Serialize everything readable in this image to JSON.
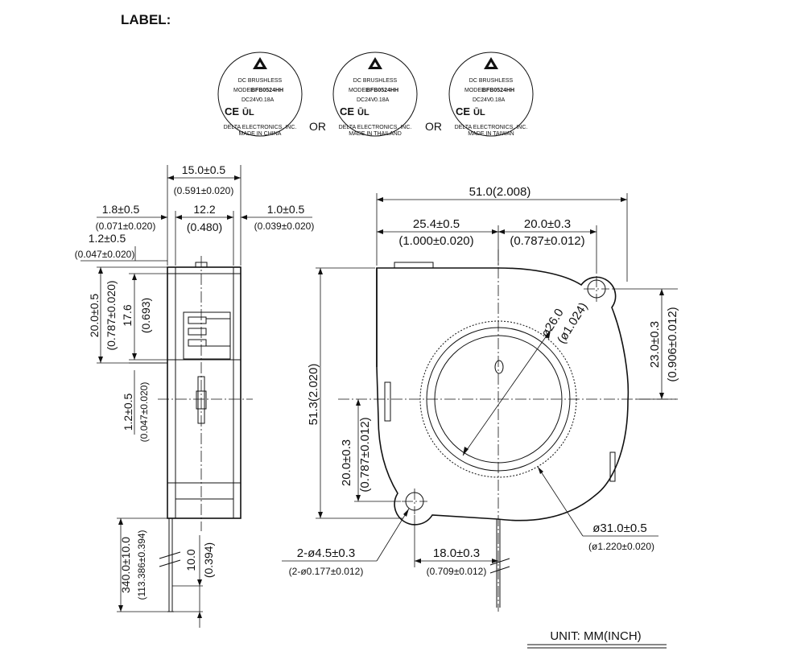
{
  "header": {
    "label_title": "LABEL:"
  },
  "labels": [
    {
      "line1": "DC  BRUSHLESS",
      "model_key": "MODEL",
      "model": "BFB0524HH",
      "rating1": "DC24V",
      "rating2": "0.18A",
      "origin": "MADE IN CHINA",
      "maker": "DELTA ELECTRONICS, INC."
    },
    {
      "line1": "DC  BRUSHLESS",
      "model_key": "MODEL",
      "model": "BFB0524HH",
      "rating1": "DC24V",
      "rating2": "0.18A",
      "origin": "MADE IN THAILAND",
      "maker": "DELTA ELECTRONICS, INC."
    },
    {
      "line1": "DC  BRUSHLESS",
      "model_key": "MODEL",
      "model": "BFB0524HH",
      "rating1": "DC24V",
      "rating2": "0.18A",
      "origin": "MADE IN TAIWAN",
      "maker": "DELTA ELECTRONICS, INC."
    }
  ],
  "or_text": "OR",
  "side_view": {
    "width_total": "15.0±0.5",
    "width_total_inch": "(0.591±0.020)",
    "left_offset": "1.8±0.5",
    "left_offset_inch": "(0.071±0.020)",
    "body_width": "12.2",
    "body_width_inch": "(0.480)",
    "right_offset": "1.0±0.5",
    "right_offset_inch": "(0.039±0.020)",
    "top_offset": "1.2±0.5",
    "top_offset_inch": "(0.047±0.020)",
    "outlet_height": "20.0±0.5",
    "outlet_height_inch": "(0.787±0.020)",
    "inner_height": "17.6",
    "inner_height_inch": "(0.693)",
    "lower_offset": "1.2±0.5",
    "lower_offset_inch": "(0.047±0.020)",
    "lead_length": "340.0±10.0",
    "lead_length_inch": "(113.386±0.394)",
    "strip_length": "10.0",
    "strip_length_inch": "(0.394)"
  },
  "front_view": {
    "overall_width": "51.0(2.008)",
    "dim_a": "25.4±0.5",
    "dim_a_inch": "(1.000±0.020)",
    "dim_b": "20.0±0.3",
    "dim_b_inch": "(0.787±0.012)",
    "overall_height": "51.3(2.020)",
    "right_height": "23.0±0.3",
    "right_height_inch": "(0.906±0.012)",
    "hub_dia": "ø26.0",
    "hub_dia_inch": "(ø1.024)",
    "left_height": "20.0±0.3",
    "left_height_inch": "(0.787±0.012)",
    "hole_dia": "2-ø4.5±0.3",
    "hole_dia_inch": "(2-ø0.177±0.012)",
    "bottom_dim": "18.0±0.3",
    "bottom_dim_inch": "(0.709±0.012)",
    "impeller_dia": "ø31.0±0.5",
    "impeller_dia_inch": "(ø1.220±0.020)"
  },
  "unit_note": "UNIT:  MM(INCH)"
}
